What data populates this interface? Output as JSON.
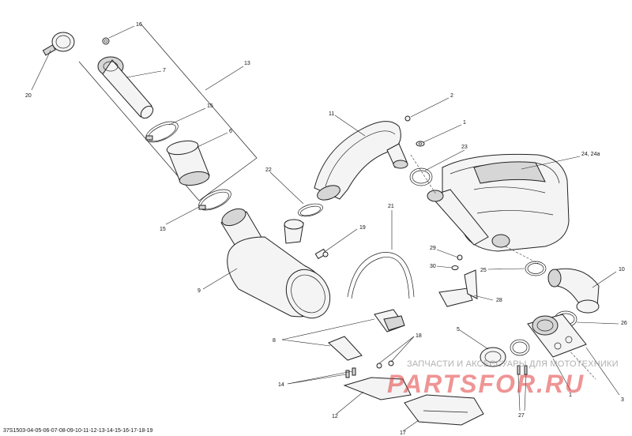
{
  "callouts": {
    "c1a": "1",
    "c1b": "1",
    "c2": "2",
    "c3": "3",
    "c5": "5",
    "c6": "6",
    "c7": "7",
    "c8": "8",
    "c9": "9",
    "c10": "10",
    "c11": "11",
    "c12": "12",
    "c13": "13",
    "c14": "14",
    "c15a": "15",
    "c15b": "15",
    "c16": "16",
    "c17": "17",
    "c18": "18",
    "c19": "19",
    "c20": "20",
    "c21": "21",
    "c22": "22",
    "c23": "23",
    "c24": "24, 24a",
    "c25": "25",
    "c26": "26",
    "c27": "27",
    "c28": "28",
    "c29": "29",
    "c30": "30"
  },
  "drawing_code": "37S1503-04-05-06-07-08-09-10-11-12-13-14-15-16-17-18-19",
  "watermark": {
    "text": "ЗАПЧАСТИ И АКСЕССУАРЫ ДЛЯ МОТОТЕХНИКИ",
    "logo": "PARTSFOR.RU"
  }
}
